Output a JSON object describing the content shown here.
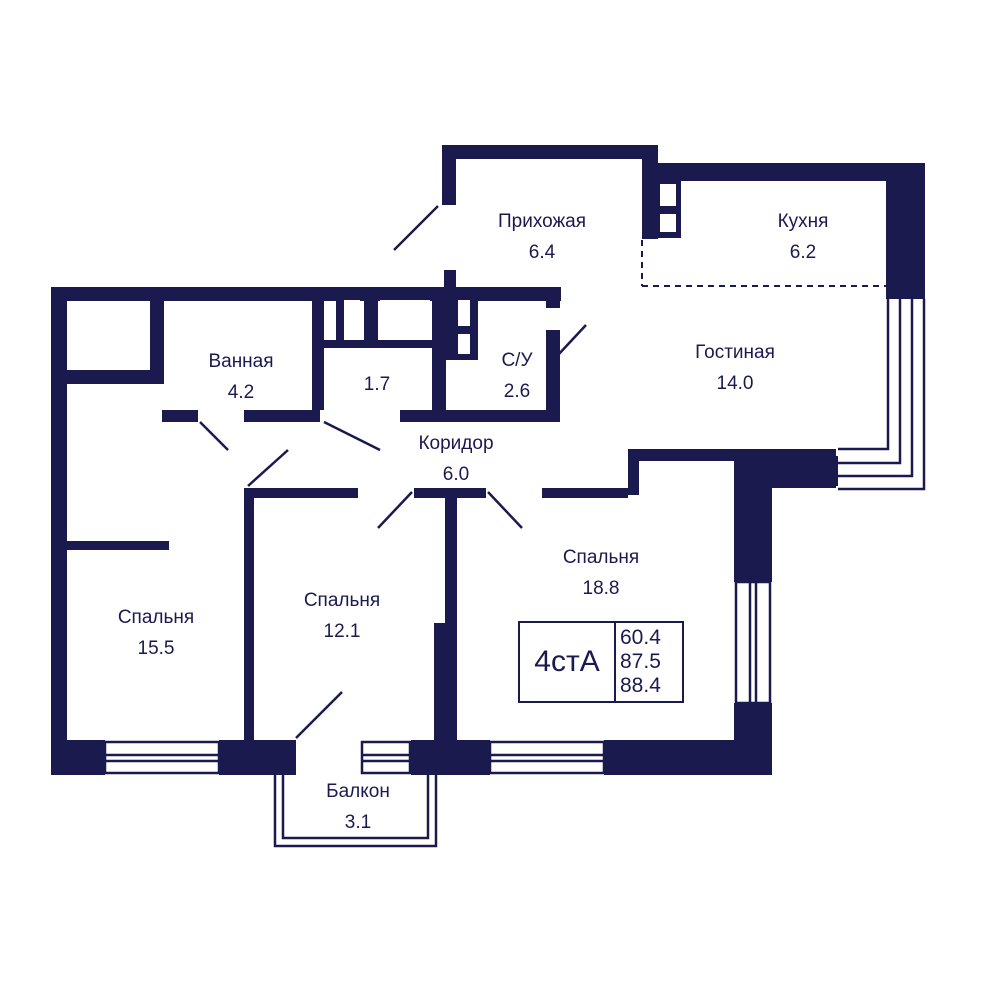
{
  "colors": {
    "wall": "#1b1a4f",
    "background": "#ffffff"
  },
  "rooms": {
    "hallway": {
      "name": "Прихожая",
      "area": "6.4"
    },
    "kitchen": {
      "name": "Кухня",
      "area": "6.2"
    },
    "bathroom": {
      "name": "Ванная",
      "area": "4.2"
    },
    "storage": {
      "name": "",
      "area": "1.7"
    },
    "toilet": {
      "name": "С/У",
      "area": "2.6"
    },
    "living": {
      "name": "Гостиная",
      "area": "14.0"
    },
    "corridor": {
      "name": "Коридор",
      "area": "6.0"
    },
    "bedroom_big": {
      "name": "Спальня",
      "area": "18.8"
    },
    "bedroom_left": {
      "name": "Спальня",
      "area": "15.5"
    },
    "bedroom_mid": {
      "name": "Спальня",
      "area": "12.1"
    },
    "balcony": {
      "name": "Балкон",
      "area": "3.1"
    }
  },
  "badge": {
    "code": "4стА",
    "areas": [
      "60.4",
      "87.5",
      "88.4"
    ]
  }
}
